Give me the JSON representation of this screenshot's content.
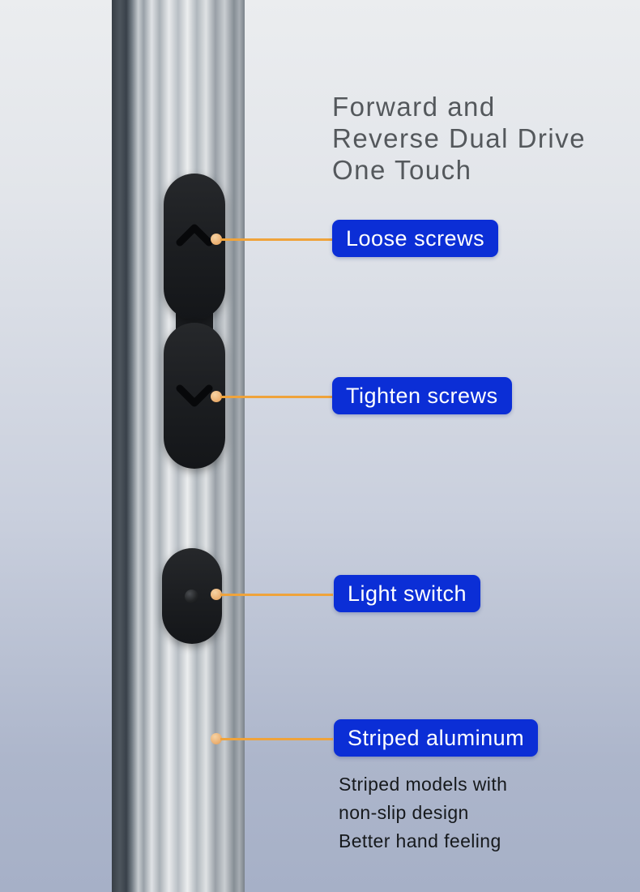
{
  "title": {
    "lines": [
      "Forward and",
      "Reverse Dual Drive",
      "One Touch"
    ]
  },
  "callouts": [
    {
      "label": "Loose screws"
    },
    {
      "label": "Tighten screws"
    },
    {
      "label": "Light switch"
    },
    {
      "label": "Striped aluminum"
    }
  ],
  "description": {
    "lines": [
      "Striped models with",
      "non-slip design",
      "Better hand feeling"
    ]
  },
  "icons": {
    "up_arrow": "chevron-up-icon",
    "down_arrow": "chevron-down-icon",
    "light_dot": "light-switch-dot"
  },
  "colors": {
    "label_blue": "#0b2ed6",
    "line_orange": "#efa33b",
    "title_gray": "#54585c"
  }
}
